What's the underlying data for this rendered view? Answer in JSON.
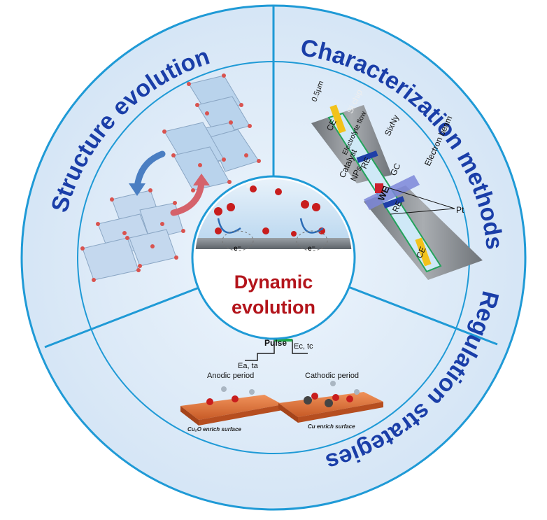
{
  "center": {
    "line1": "Dynamic",
    "line2": "evolution",
    "electron_label": "e⁻",
    "electron_label2": "e⁻"
  },
  "sectors": {
    "structure": "Structure evolution",
    "characterization": "Characterization methods",
    "regulation": "Regulation strategies"
  },
  "cell_diagram": {
    "scale": "0.5μm",
    "si_chip": "Si chip",
    "sinx": "SixNy",
    "ce_top": "CE",
    "electrolyte_flow": "Electrolyte flow",
    "re_top": "RE",
    "electron_beam": "Electron beam",
    "gc": "GC",
    "catalyst": "Catalyst",
    "nps": "NPs",
    "we": "WE",
    "re_bottom": "RE",
    "pt": "Pt",
    "ce_bottom": "CE"
  },
  "pulse_diagram": {
    "title": "Pulse",
    "ec_tc": "Ec, tc",
    "ea_ta": "Ea, ta",
    "anodic": "Anodic period",
    "cathodic": "Cathodic period",
    "surface_left": "Cu₂O enrich surface",
    "surface_right": "Cu enrich surface"
  },
  "colors": {
    "ring_fill": "#dbe9f8",
    "ring_stroke": "#1f9ad6",
    "title_text": "#1a3ea8",
    "center_text": "#b3141b",
    "arrow_blue": "#4a7ec2",
    "arrow_red": "#d5626b"
  }
}
